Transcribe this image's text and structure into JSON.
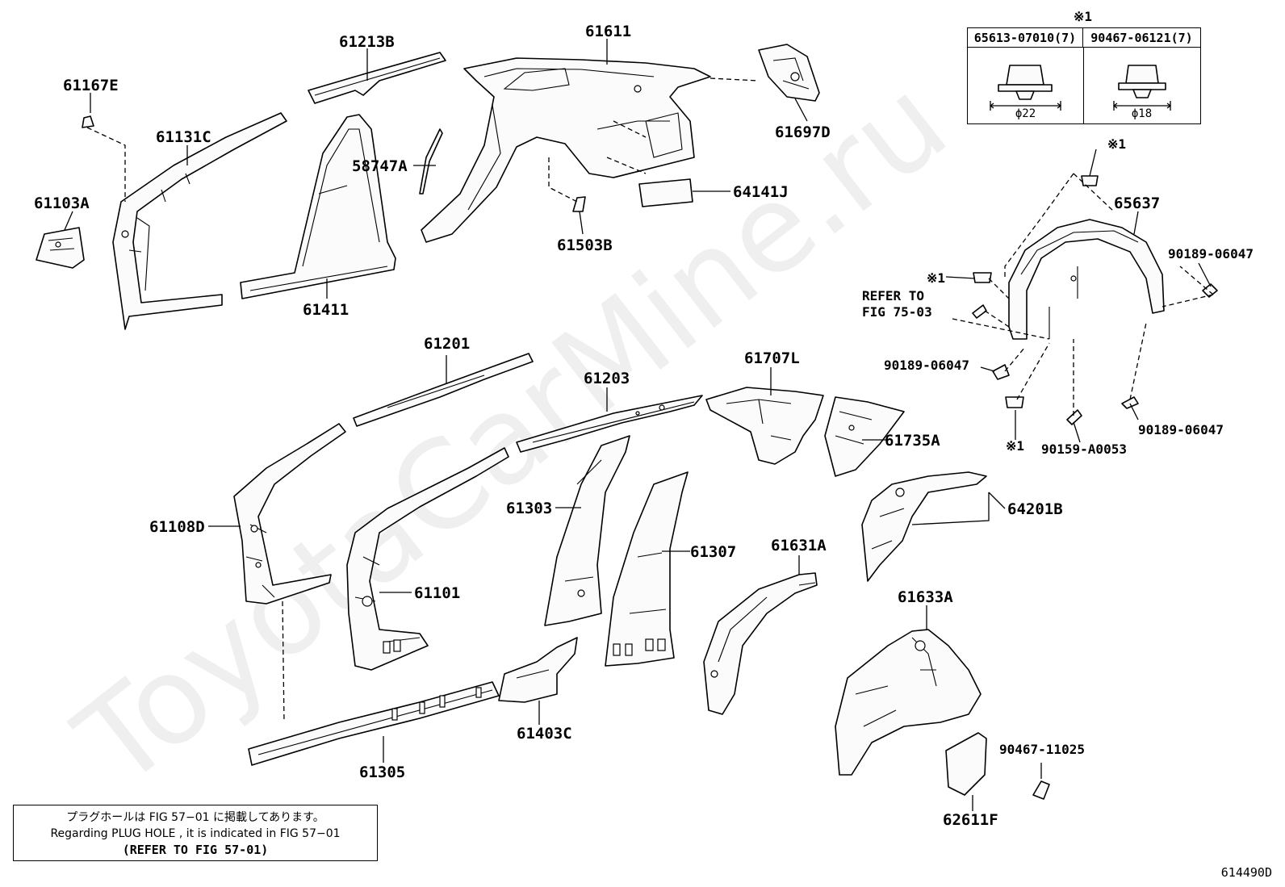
{
  "labels": {
    "p61611": "61611",
    "p61213B": "61213B",
    "p61167E": "61167E",
    "p61131C": "61131C",
    "p61103A": "61103A",
    "p58747A": "58747A",
    "p61697D": "61697D",
    "p64141J": "64141J",
    "p61503B": "61503B",
    "p61411": "61411",
    "p65637": "65637",
    "p90189_06047_a": "90189-06047",
    "p90189_06047_b": "90189-06047",
    "p90189_06047_c": "90189-06047",
    "p90159_A0053": "90159-A0053",
    "refer_line1": "REFER TO",
    "refer_line2": "FIG 75-03",
    "mark1_a": "※1",
    "mark1_b": "※1",
    "mark1_c": "※1",
    "p61201": "61201",
    "p61203": "61203",
    "p61707L": "61707L",
    "p61735A": "61735A",
    "p61108D": "61108D",
    "p61303": "61303",
    "p61307": "61307",
    "p61101": "61101",
    "p64201B": "64201B",
    "p61631A": "61631A",
    "p61633A": "61633A",
    "p61403C": "61403C",
    "p61305": "61305",
    "p90467_11025": "90467-11025",
    "p62611F": "62611F"
  },
  "clip_table": {
    "mark": "※1",
    "col1_part": "65613-07010(7)",
    "col2_part": "90467-06121(7)",
    "col1_dim": "ϕ22",
    "col2_dim": "ϕ18"
  },
  "note": {
    "line1": "プラグホールは FIG 57−01 に掲載してあります。",
    "line2": "Regarding PLUG HOLE , it is indicated in FIG 57−01",
    "line3": "(REFER TO FIG 57-01)"
  },
  "figure_id": "614490D",
  "watermark": "ToyotaCarMine.ru"
}
